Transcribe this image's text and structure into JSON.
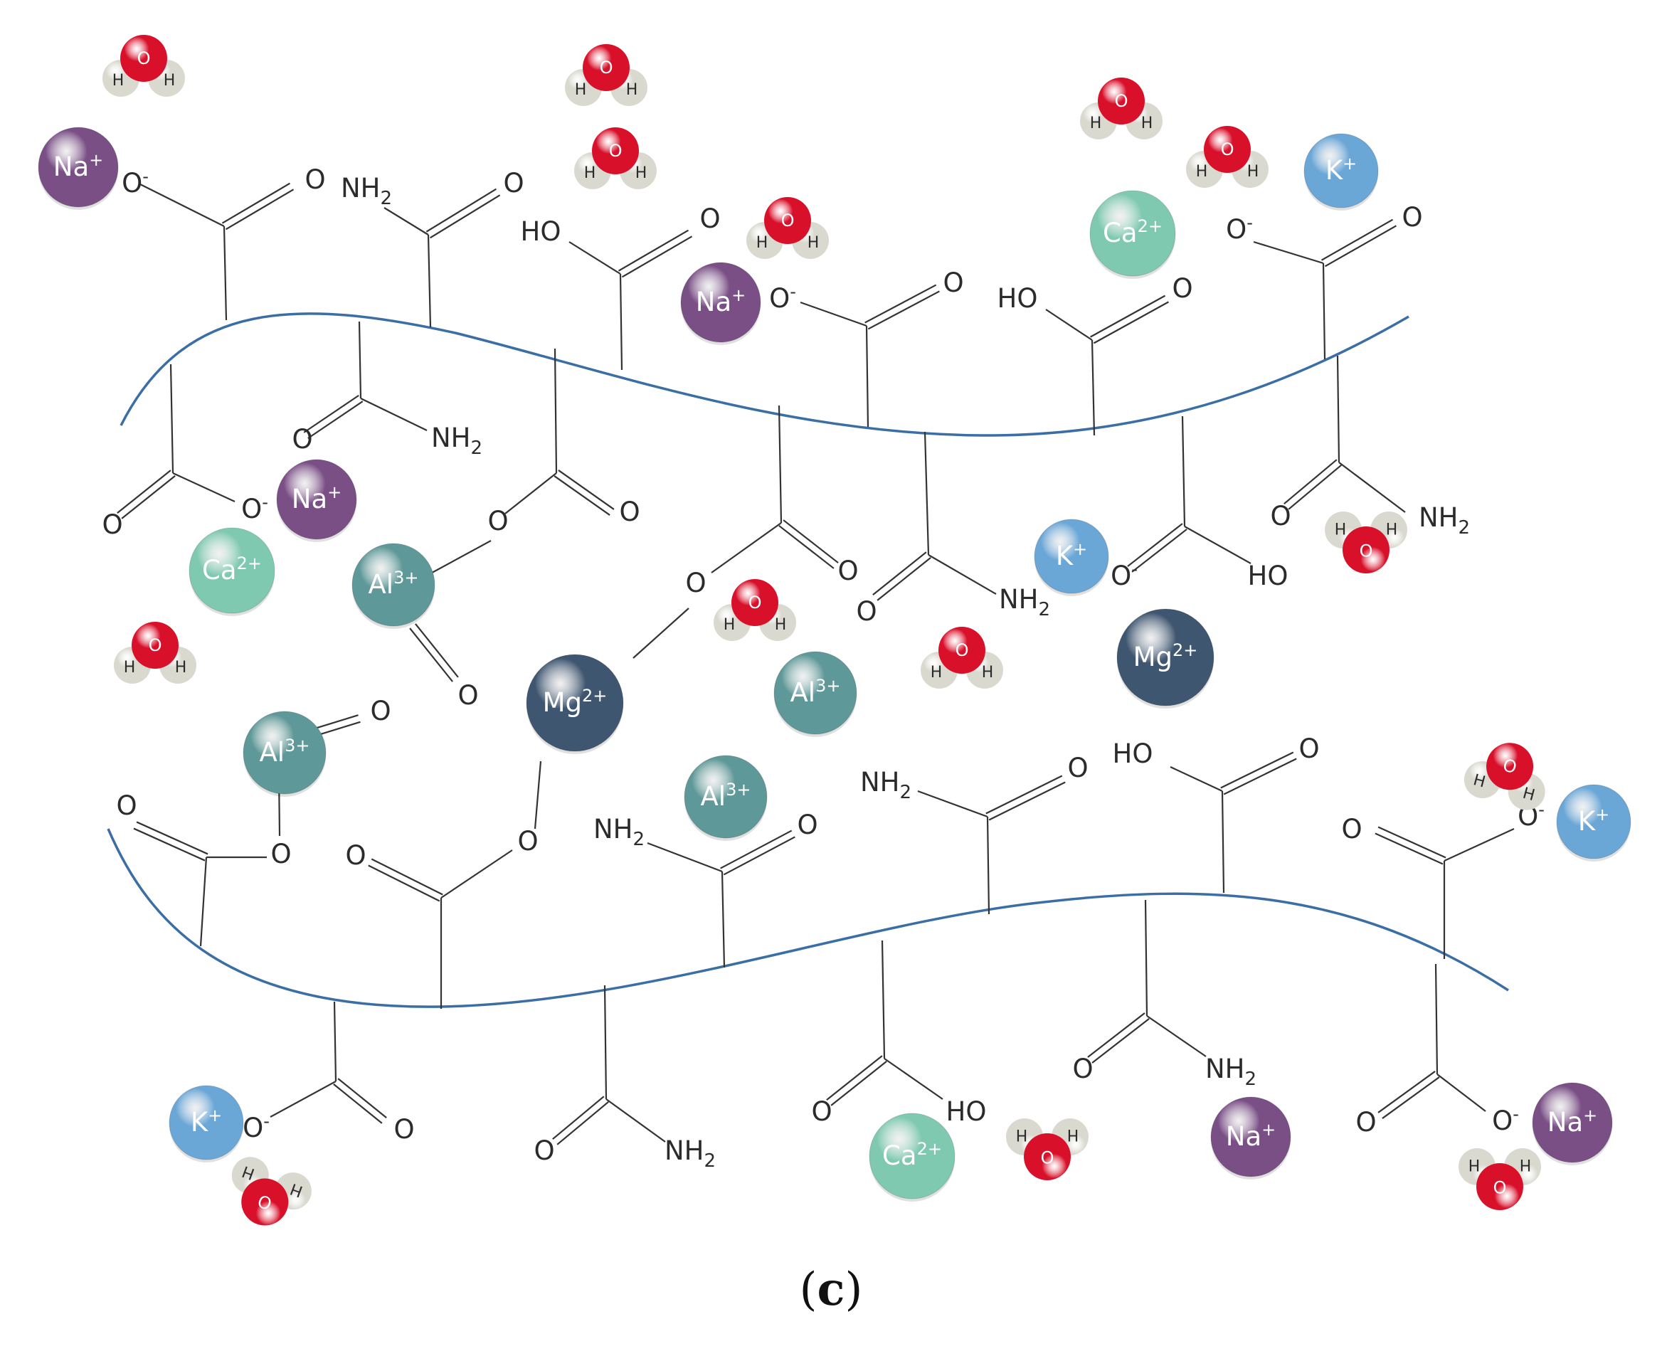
{
  "caption": {
    "open": "(",
    "letter": "c",
    "close": ")"
  },
  "group_texts": {
    "O-": "O",
    "O": "O",
    "OH": "HO",
    "NH2": "NH"
  },
  "ions": {
    "Na+": {
      "label": "Na",
      "charge": "+"
    },
    "K+": {
      "label": "K",
      "charge": "+"
    },
    "Ca2+": {
      "label": "Ca",
      "charge": "2+"
    },
    "Al3+": {
      "label": "Al",
      "charge": "3+"
    },
    "Mg2+": {
      "label": "Mg",
      "charge": "2+"
    }
  },
  "water": {
    "oxygen": "O",
    "hydrogen": "H"
  },
  "subscript_2": "2",
  "minus": "-",
  "colors": {
    "chain": "#3a6ea5",
    "bond": "#333333",
    "Na": "#7a4f86",
    "K": "#6aa6d6",
    "Ca": "#7fc9b0",
    "Al": "#5f9898",
    "Mg": "#3f5670",
    "water_O": "#d8102a",
    "water_H": "#d9d9d0"
  },
  "icons": {
    "water": "water-molecule-icon",
    "ion": "ion-sphere-icon"
  }
}
